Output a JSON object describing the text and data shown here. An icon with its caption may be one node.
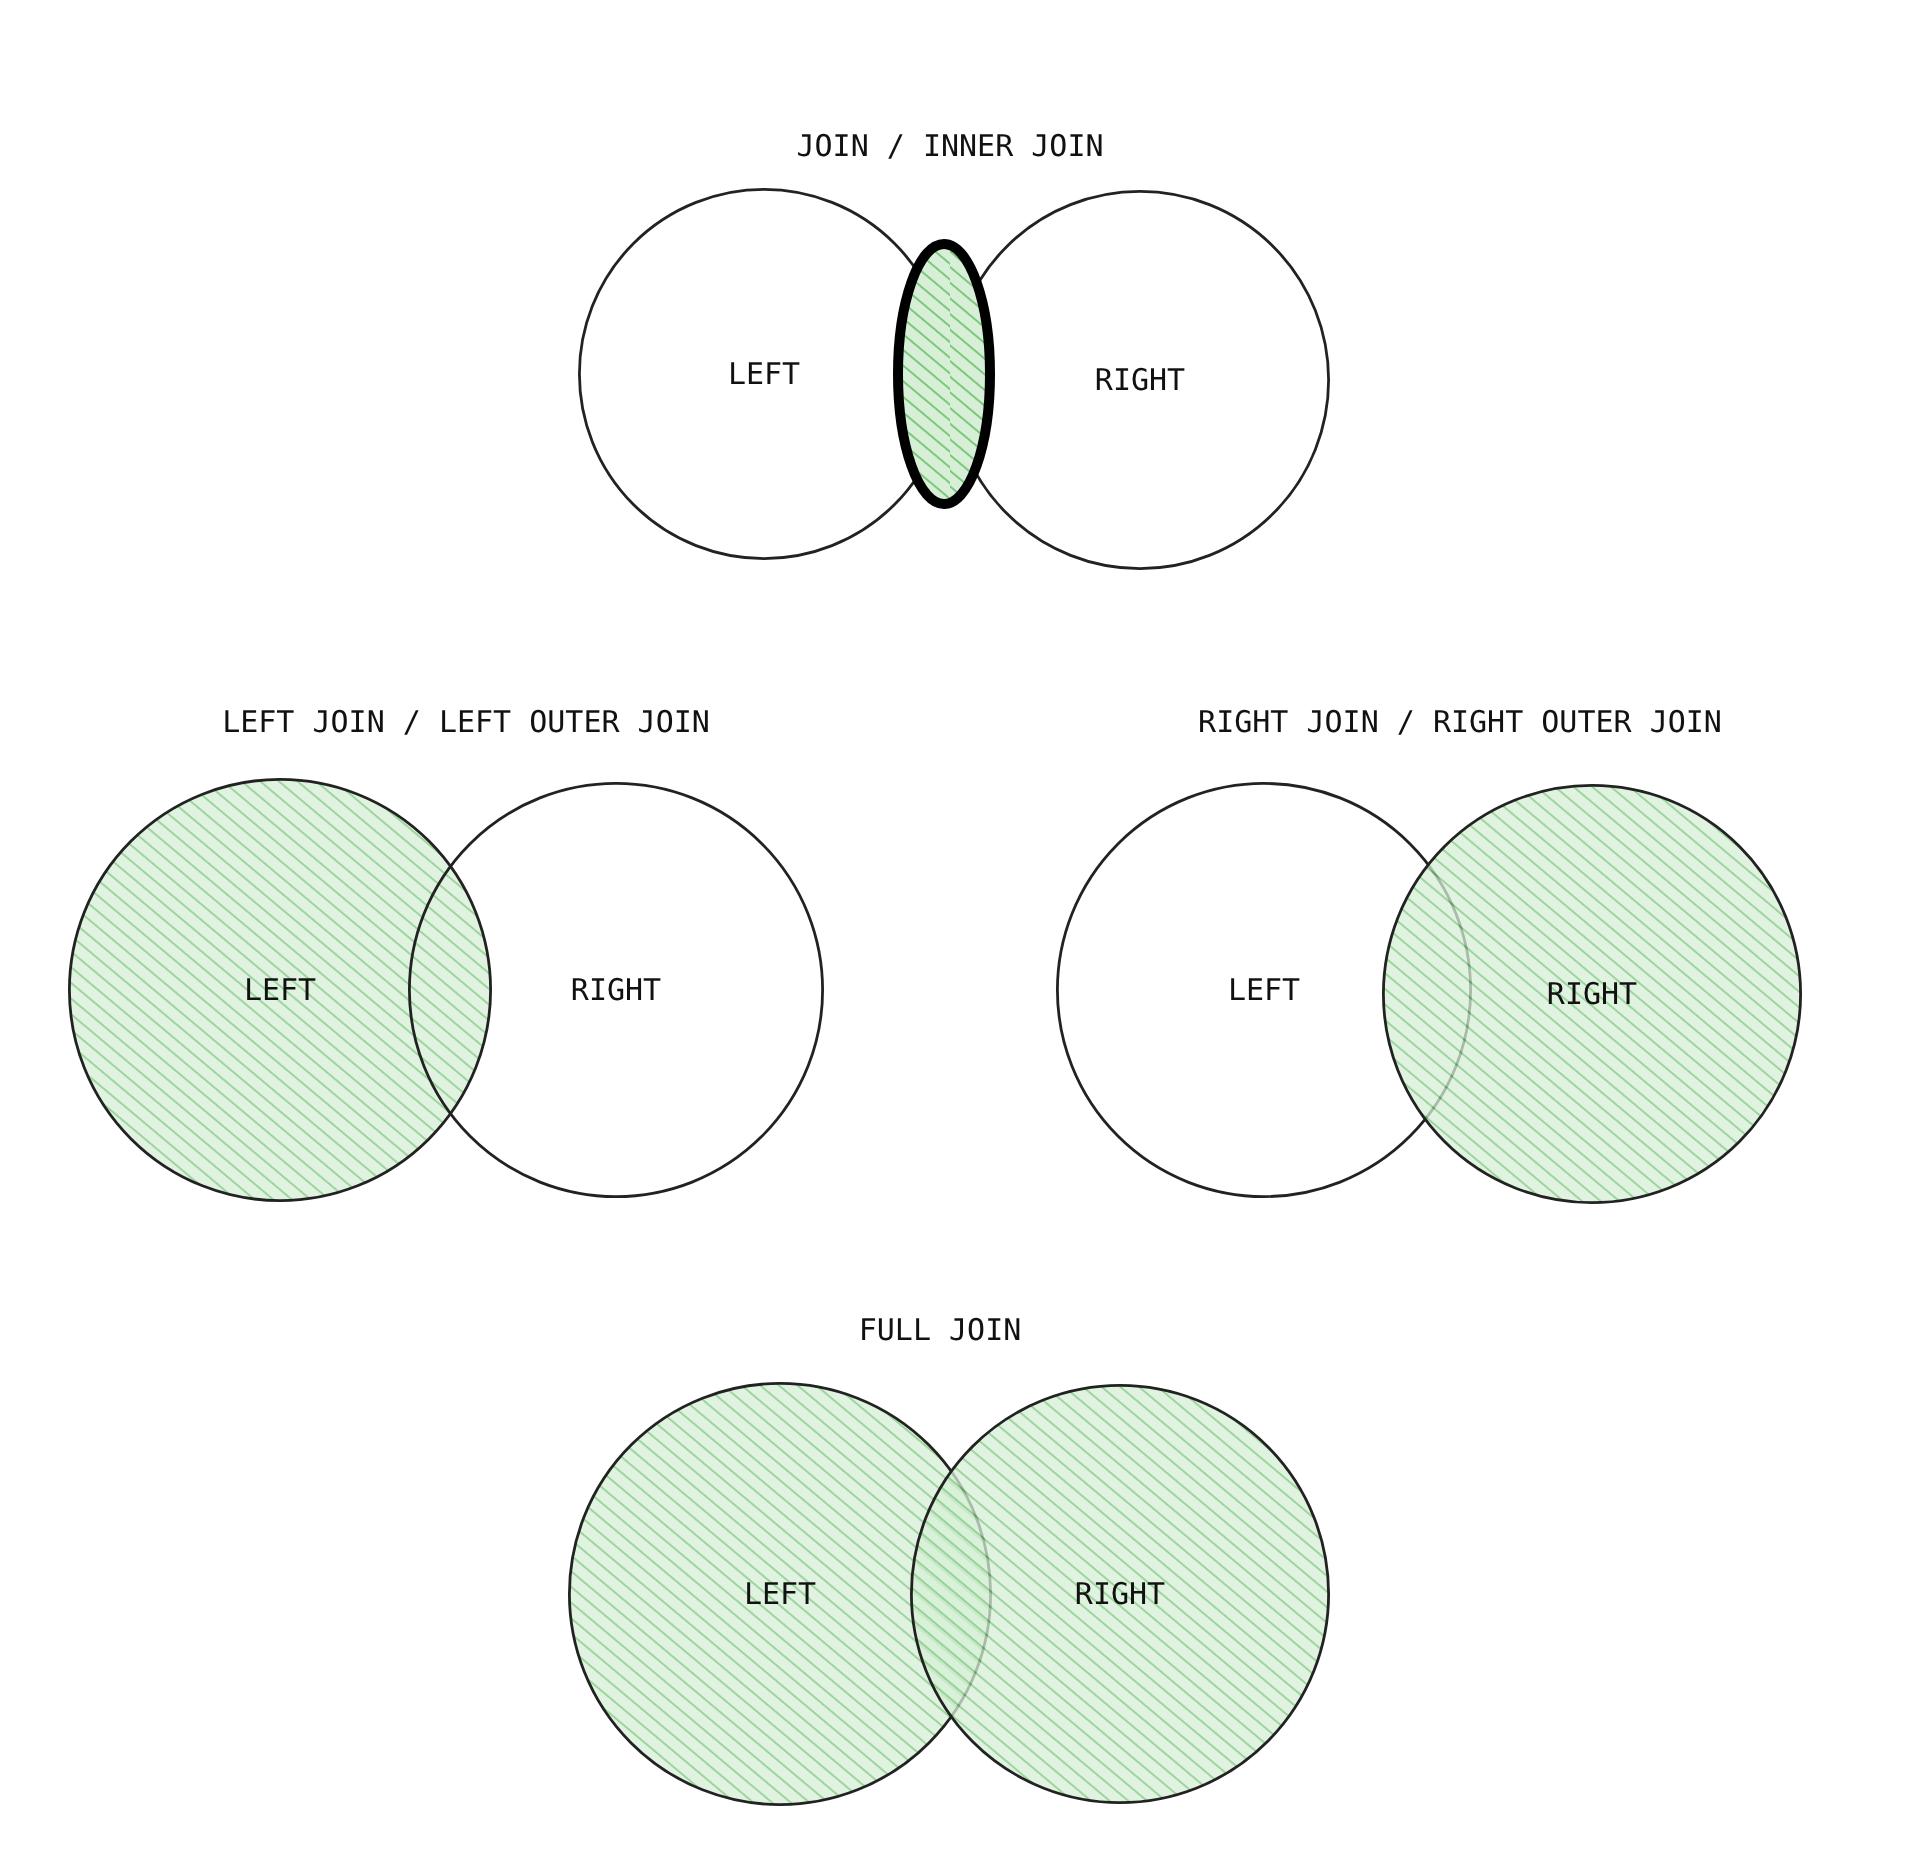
{
  "diagram": {
    "nodes": [
      {
        "text": [
          "LEFT"
        ]
      },
      {
        "text": [
          "RIGHT"
        ]
      },
      {
        "text": [
          "LEFT"
        ]
      },
      {
        "text": [
          "RIGHT"
        ]
      },
      {
        "text": [
          "LEFT"
        ]
      },
      {
        "text": [
          "RIGHT"
        ]
      },
      {
        "text": [
          "LEFT"
        ]
      },
      {
        "text": [
          "RIGHT"
        ]
      }
    ],
    "labels": [
      "JOIN / INNER JOIN",
      "LEFT JOIN / LEFT OUTER JOIN",
      "RIGHT JOIN / RIGHT OUTER JOIN",
      "FULL JOIN"
    ]
  }
}
